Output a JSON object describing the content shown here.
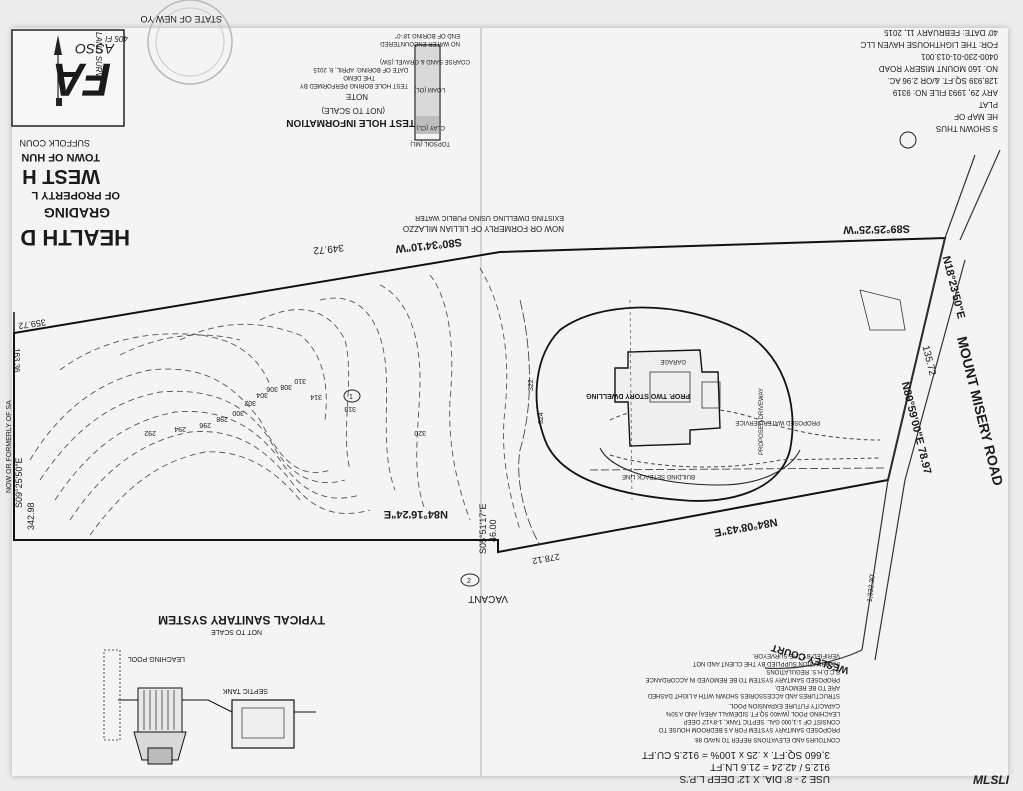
{
  "title_block": {
    "line1": "HEALTH D",
    "line2": "GRADING",
    "line3": "OF PROPERTY L",
    "line4": "WEST H",
    "line5": "TOWN OF HUN",
    "line6": "SUFFOLK COUN",
    "firm_initials": "FA",
    "firm_name": "ASSO",
    "firm_sub1": "LAND SURV",
    "firm_sub2": "405 FI",
    "seal_text": "STATE OF NEW YO"
  },
  "test_hole": {
    "title": "TEST HOLE INFORMATION",
    "subtitle": "(NOT TO SCALE)",
    "note_label": "NOTE",
    "note1": "TEST HOLE BORING PERFORMED BY",
    "note2": "THE DEMO",
    "note3": "DATE OF BORING: APRIL, 8, 2015",
    "layer1": "TOPSOIL (ML)",
    "layer2": "CLAY (CL)",
    "layer3": "LOAM (OL)",
    "layer4": "COARSE SAND & GRAVEL (SW)",
    "footer1": "NO WATER ENCOUNTERED",
    "footer2": "END OF BORING 18'-0\""
  },
  "notes_top_right": {
    "line1": "S SHOWN THUS",
    "line2": "HE MAP OF",
    "line3": "PLAT",
    "line4": "ARY 29, 1993  FILE NO: 9319",
    "line5": "128,939 SQ.FT. &/OR 2.96 AC.",
    "line6": "NO. 160 MOUNT MISERY ROAD",
    "line7": "0400-230-01-013.001",
    "line8": "FOR: THE LIGHTHOUSE HAVEN LLC",
    "line9": "40' DATE: FEBRUARY 11, 2015"
  },
  "bearings": {
    "b1": "S89°25'25\"W",
    "b2": "S80°34'10\"W",
    "d2": "349.72",
    "b3": "359.72",
    "b4": "163.36",
    "b5": "S09°25'50\"E",
    "d5": "342.98",
    "b6": "N84°16'24\"E",
    "b7": "S05°51'17\"E",
    "d7": "46.00",
    "d8": "278.12",
    "b9": "N84°08'43\"E",
    "b10": "N89°59'00\"E  78.97",
    "b11": "N18°23'50\"E",
    "d11": "135.72",
    "d12": "1,332.30'"
  },
  "labels": {
    "road": "MOUNT MISERY ROAD",
    "court": "WESLEY COURT",
    "vacant": "VACANT",
    "owner_north1": "NOW OR FORMERLY OF LILLIAN MILAZZO",
    "owner_north2": "EXISTING DWELLING USING PUBLIC WATER",
    "owner_west": "NOW OR FORMERLY OF SA",
    "lot1": "1",
    "lot2": "2",
    "house1": "PROP. TWO STORY DWELLING",
    "house2": "GARAGE",
    "house3": "PROPOSED DRIVEWAY",
    "house4": "BUILDING SETBACK LINE",
    "house5": "PROPOSED WATER SERVICE",
    "elev1": "292",
    "elev2": "294",
    "elev3": "296",
    "elev4": "298",
    "elev5": "300",
    "elev6": "302",
    "elev7": "304",
    "elev8": "306",
    "elev9": "308",
    "elev10": "310",
    "elev11": "314",
    "elev12": "318",
    "elev13": "320",
    "elev14": "322",
    "elev15": "324"
  },
  "sanitary": {
    "title": "TYPICAL SANITARY SYSTEM",
    "subtitle": "NOT TO SCALE",
    "pool": "LEACHING POOL",
    "tank": "SEPTIC TANK"
  },
  "bottom_right": {
    "line1": "USE 2 - 8' DIA. X 12' DEEP L.P.'S",
    "line2": "912.5 / 42.24 = 21.6 LN.FT",
    "line3": "3,660 SQ.FT. x .25 x 100% = 912.5 CU.FT",
    "line4": "CONTOURS AND ELEVATIONS REFER TO NAVD 88.",
    "line5": "PROPOSED SANITARY SYSTEM FOR A 5 BEDROOM HOUSE TO",
    "line6": "CONSIST OF 1-1,000 GAL. SEPTIC TANK, 1-8'x12' DEEP",
    "line7": "LEACHING POOL (W/400 SQ.FT. SIDEWALL AREA) AND A 50%",
    "line8": "CAPACITY FUTURE EXPANSION POOL.",
    "line9": "STRUCTURES AND ACCESSORIES SHOWN WITH A LIGHT DASHED",
    "line10": "ARE TO BE REMOVED.",
    "line11": "PROPOSED SANITARY SYSTEM TO BE REMOVED IN ACCORDANCE",
    "line12": "S.C.D.H.S. REGULATIONS",
    "line13": "INFORMATION SUPPLIED BY THE CLIENT AND NOT",
    "line14": "VERIFIED BY THE SURVEYOR."
  },
  "watermark": "MLSLI"
}
